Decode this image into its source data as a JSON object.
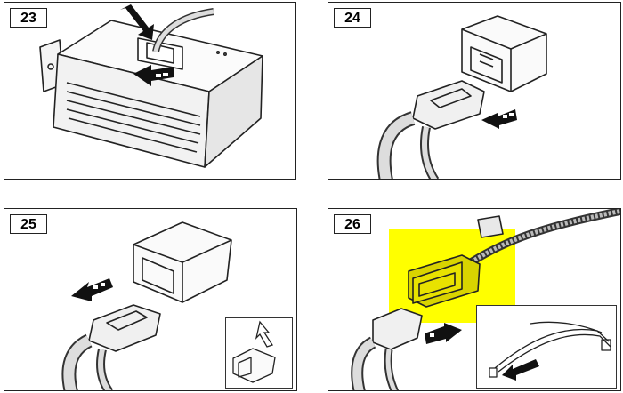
{
  "steps": [
    {
      "number": "23"
    },
    {
      "number": "24"
    },
    {
      "number": "25"
    },
    {
      "number": "26"
    }
  ],
  "colors": {
    "line": "#222222",
    "highlight": "#ffff00",
    "arrow": "#111111",
    "fill_light": "#f2f2f2",
    "fill_dark": "#555555"
  },
  "icons": [
    "push-arrow-icon",
    "motion-arrow-icon",
    "press-tab-arrow-icon"
  ]
}
